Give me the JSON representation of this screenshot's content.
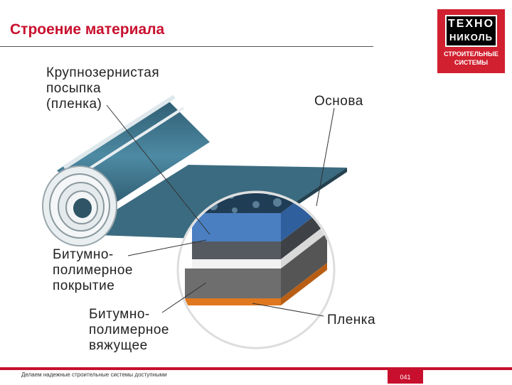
{
  "slide": {
    "title": "Строение материала",
    "footer": "Делаем надежные строительные системы доступными",
    "page_number": "041"
  },
  "logo": {
    "line1": "ТЕХНО",
    "line2": "НИКОЛЬ",
    "sub1": "СТРОИТЕЛЬНЫЕ",
    "sub2": "СИСТЕМЫ"
  },
  "labels": {
    "granular_1": "Крупнозернистая",
    "granular_2": "посыпка",
    "granular_3": "(пленка)",
    "base": "Основа",
    "coating_1": "Битумно-",
    "coating_2": "полимерное",
    "coating_3": "покрытие",
    "binder_1": "Битумно-",
    "binder_2": "полимерное",
    "binder_3": "вяжущее",
    "film": "Пленка"
  },
  "colors": {
    "accent": "#c8102e",
    "roll": "#3d6f86",
    "blue_layer": "#4a7fc1",
    "gray_layer": "#707070",
    "orange_layer": "#e07820"
  }
}
